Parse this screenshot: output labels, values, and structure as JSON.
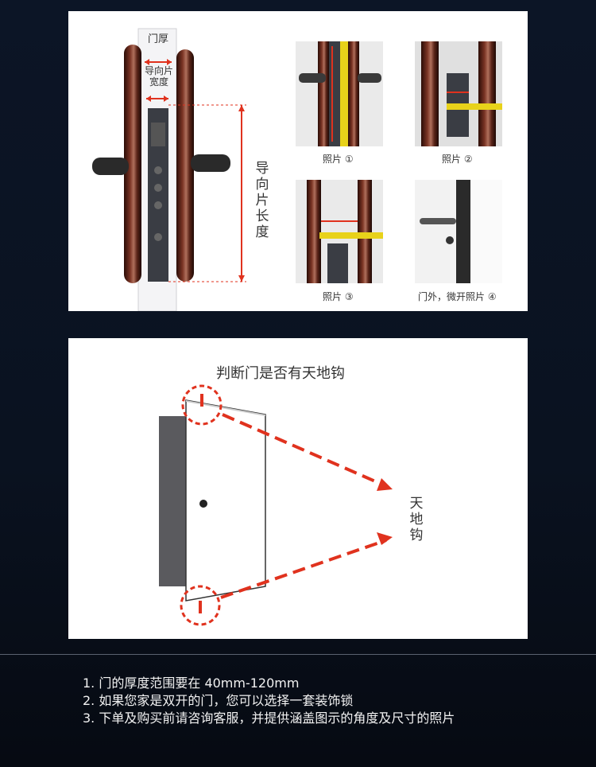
{
  "top_panel": {
    "door_thickness_label": "门厚",
    "guide_width_label": "导向片宽度",
    "guide_length_label": "导向片长度",
    "photos": [
      {
        "caption": "照片 ①"
      },
      {
        "caption": "照片 ②"
      },
      {
        "caption": "照片 ③"
      },
      {
        "caption": "门外，微开照片 ④"
      }
    ]
  },
  "mid_panel": {
    "title": "判断门是否有天地钩",
    "hook_label": "天地钩"
  },
  "footer": {
    "lines": [
      "1.  门的厚度范围要在 40mm-120mm",
      "2. 如果您家是双开的门，您可以选择一套装饰锁",
      "3. 下单及购买前请咨询客服，并提供涵盖图示的角度及尺寸的照片"
    ]
  },
  "colors": {
    "accent_red": "#e0321e",
    "ruler_yellow": "#e8d21a",
    "handle_brown": "#5a2418"
  }
}
